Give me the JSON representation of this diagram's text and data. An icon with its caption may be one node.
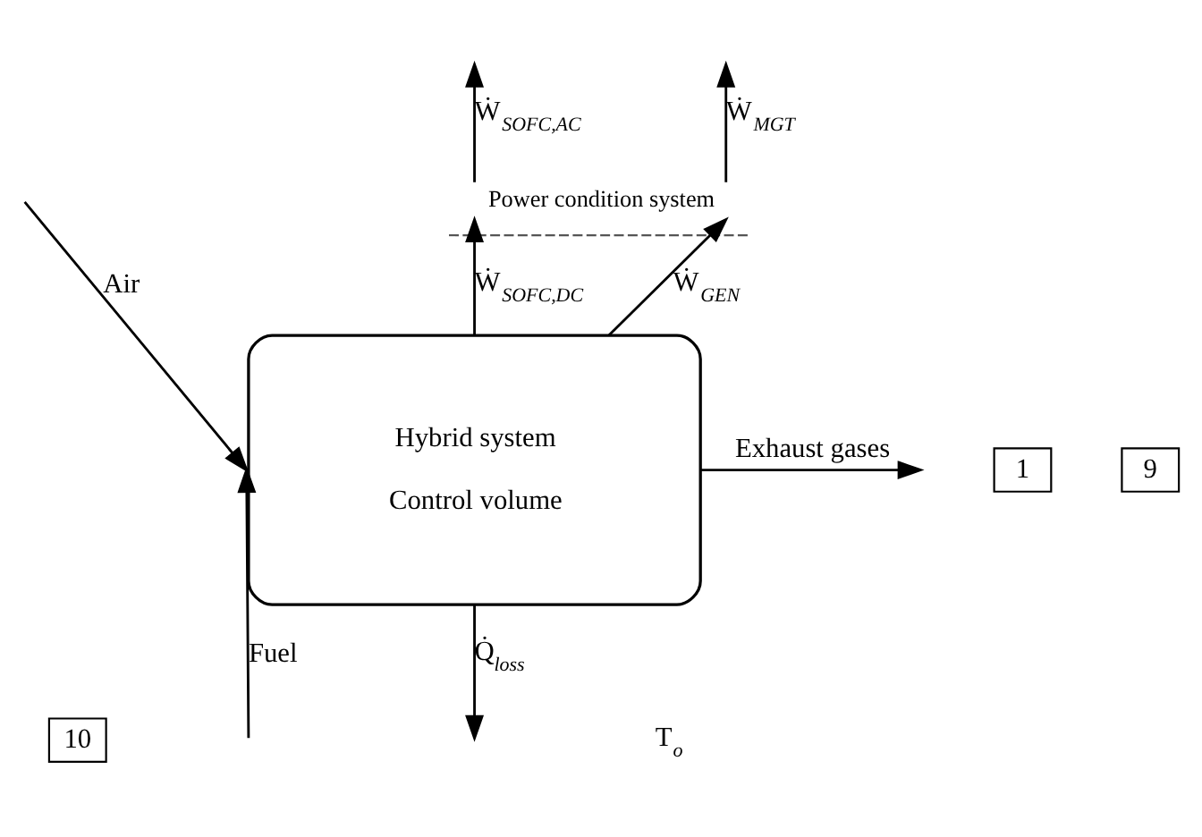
{
  "diagram": {
    "nodes": [
      {
        "text": [
          "Power condition system"
        ]
      },
      {
        "text": [
          "Hybrid system",
          "Control volume"
        ]
      },
      {
        "text": [
          "1"
        ]
      },
      {
        "text": [
          "10"
        ]
      },
      {
        "text": [
          "9"
        ]
      }
    ],
    "edges": [
      {
        "from": null,
        "to": 1,
        "arrow": "to",
        "label": "Air"
      },
      {
        "from": null,
        "to": 1,
        "arrow": "to",
        "label": "Fuel"
      },
      {
        "from": 1,
        "to": null,
        "arrow": "to",
        "label": "Exhaust gases"
      },
      {
        "from": 1,
        "to": 0,
        "arrow": "to",
        "label": "Ẇ$_{SOFC,DC}$"
      },
      {
        "from": 0,
        "to": null,
        "arrow": "to",
        "label": "Ẇ$_{SOFC,AC}$"
      },
      {
        "from": 1,
        "to": 0,
        "arrow": "to",
        "label": "Ẇ$_{GEN}$"
      },
      {
        "from": 0,
        "to": null,
        "arrow": "to",
        "label": "Ẇ$_{MGT}$"
      },
      {
        "from": 1,
        "to": null,
        "arrow": "to",
        "label": "Q̇$_{loss}$"
      }
    ],
    "labels": [
      "T$_{o}$"
    ]
  }
}
